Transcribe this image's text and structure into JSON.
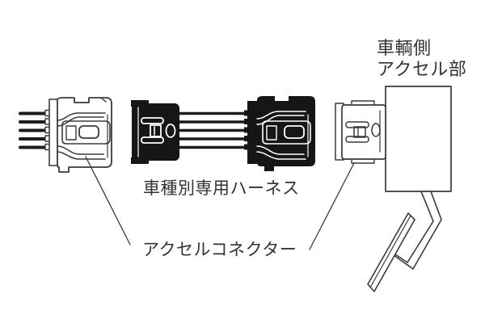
{
  "diagram": {
    "background_color": "#ffffff",
    "line_color": "#3a3a3a",
    "black_fill_color": "#161616",
    "text_color": "#333333",
    "labels": {
      "vehicle_side_line1": "車輌側",
      "vehicle_side_line2": "アクセル部",
      "harness": "車種別専用ハーネス",
      "accel_connector": "アクセルコネクター"
    }
  }
}
